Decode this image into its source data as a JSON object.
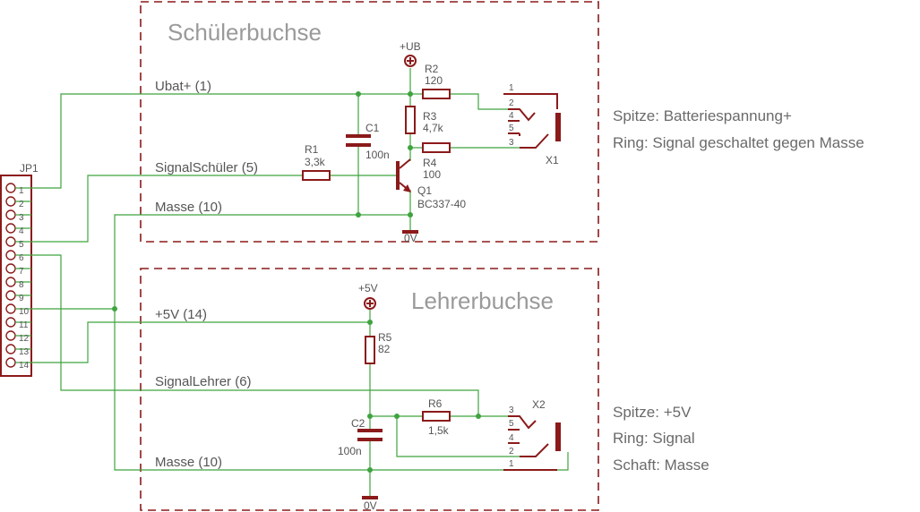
{
  "titles": {
    "schueler": "Schülerbuchse",
    "lehrer": "Lehrerbuchse"
  },
  "connector": {
    "name": "JP1",
    "pins": [
      "1",
      "2",
      "3",
      "4",
      "5",
      "6",
      "7",
      "8",
      "9",
      "10",
      "11",
      "12",
      "13",
      "14"
    ]
  },
  "nets": {
    "ubat": "Ubat+ (1)",
    "signal_schueler": "SignalSchüler (5)",
    "masse_top": "Masse (10)",
    "plus5v": "+5V (14)",
    "signal_lehrer": "SignalLehrer (6)",
    "masse_bottom": "Masse (10)"
  },
  "components": {
    "r1": {
      "name": "R1",
      "value": "3,3k"
    },
    "r2": {
      "name": "R2",
      "value": "120"
    },
    "r3": {
      "name": "R3",
      "value": "4,7k"
    },
    "r4": {
      "name": "R4",
      "value": "100"
    },
    "r5": {
      "name": "R5",
      "value": "82"
    },
    "r6": {
      "name": "R6",
      "value": "1,5k"
    },
    "c1": {
      "name": "C1",
      "value": "100n"
    },
    "c2": {
      "name": "C2",
      "value": "100n"
    },
    "q1": {
      "name": "Q1",
      "value": "BC337-40"
    },
    "x1": {
      "name": "X1"
    },
    "x2": {
      "name": "X2"
    }
  },
  "supplies": {
    "ub": "+UB",
    "v5": "+5V",
    "gnd_top": "0V",
    "gnd_bottom": "0V"
  },
  "jack_pins": {
    "x1": [
      "1",
      "2",
      "4",
      "5",
      "3"
    ],
    "x2": [
      "3",
      "5",
      "4",
      "2",
      "1"
    ]
  },
  "notes": {
    "schueler": [
      "Spitze: Batteriespannung+",
      "Ring: Signal geschaltet gegen Masse"
    ],
    "lehrer": [
      "Spitze: +5V",
      "Ring: Signal",
      "Schaft: Masse"
    ]
  }
}
